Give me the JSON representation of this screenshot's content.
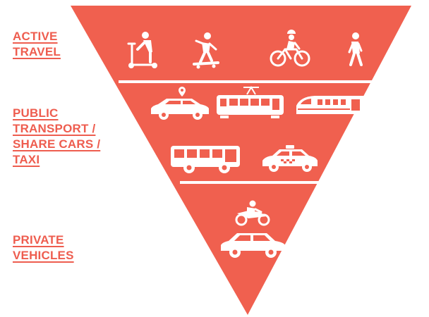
{
  "labels": {
    "active": [
      "ACTIVE",
      "TRAVEL"
    ],
    "public": [
      "PUBLIC",
      "TRANSPORT /",
      "SHARE CARS /",
      "TAXI"
    ],
    "private": [
      "PRIVATE",
      "VEHICLES"
    ]
  },
  "tiers": [
    {
      "name": "active travel",
      "icons": [
        "kick-scooter-icon",
        "skateboarder-icon",
        "cyclist-icon",
        "pedestrian-icon"
      ]
    },
    {
      "name": "public transport / share cars / taxi",
      "icons": [
        "share-car-icon",
        "tram-icon",
        "high-speed-train-icon",
        "bus-icon",
        "taxi-icon"
      ]
    },
    {
      "name": "private vehicles",
      "icons": [
        "motorcycle-icon",
        "private-car-icon"
      ]
    }
  ],
  "colors": {
    "pyramid": "#f0604f",
    "label": "#ee5d4f",
    "icon": "#ffffff",
    "background": "#ffffff"
  }
}
